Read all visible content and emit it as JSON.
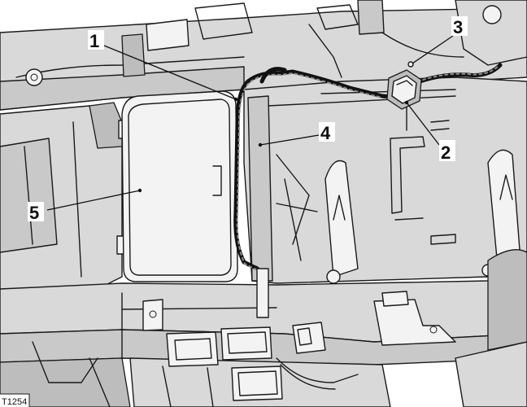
{
  "figure_id": "T1254",
  "callouts": [
    {
      "id": "c1",
      "number": "1"
    },
    {
      "id": "c2",
      "number": "2"
    },
    {
      "id": "c3",
      "number": "3"
    },
    {
      "id": "c4",
      "number": "4"
    },
    {
      "id": "c5",
      "number": "5"
    }
  ],
  "colors": {
    "line": "#1a1a1a",
    "panel_fill": "#d9d9d9",
    "shadow_fill": "#bdbdbd",
    "highlight_fill": "#f3f3f3",
    "background": "#ffffff"
  }
}
